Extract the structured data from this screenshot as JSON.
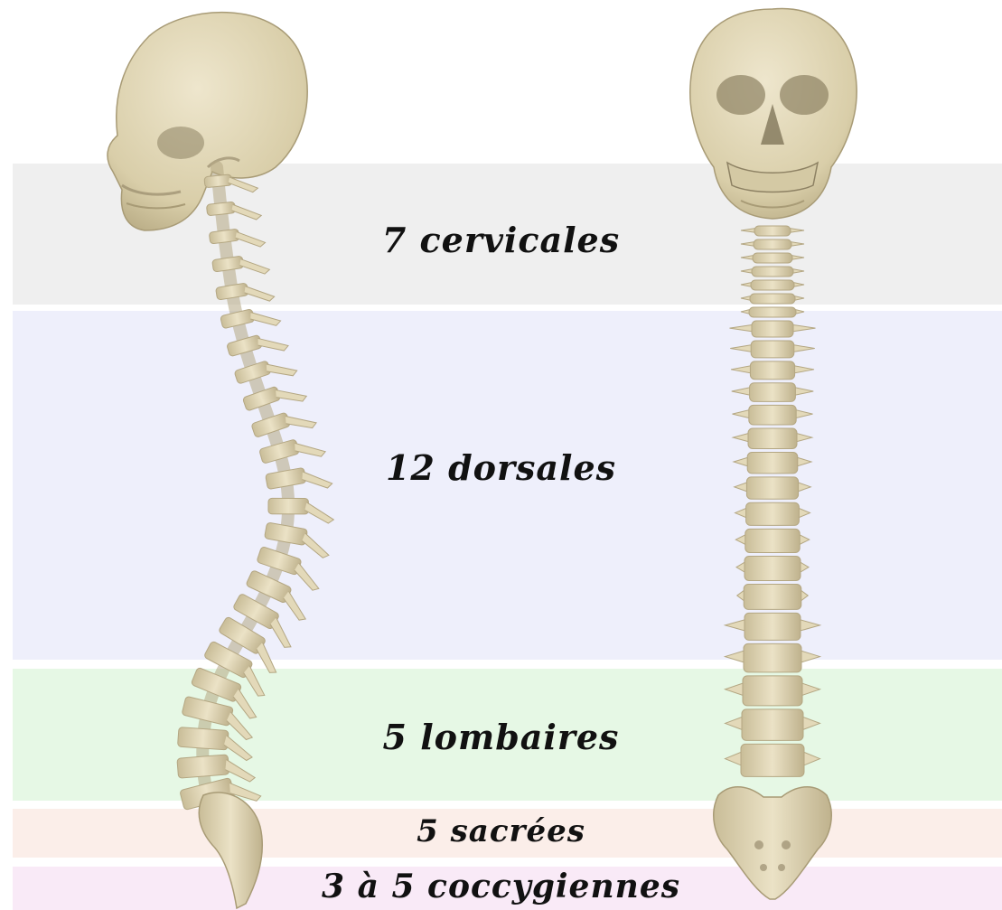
{
  "colors": {
    "cervical_band": "#efefef",
    "dorsal_band": "#eeeffb",
    "lumbar_band": "#e6f8e5",
    "sacral_band": "#fbeee9",
    "coccyx_band": "#f9eaf7",
    "bone": "#e3d9b9",
    "bone_shadow": "#b4a783",
    "bone_dark": "#8d8163"
  },
  "regions": {
    "cervical": "7 cervicales",
    "dorsal": "12 dorsales",
    "lumbar": "5 lombaires",
    "sacral": "5 sacrées",
    "coccyx": "3 à 5 coccygiennes"
  },
  "figures": {
    "left": "spine-side-view",
    "right": "spine-front-view"
  }
}
